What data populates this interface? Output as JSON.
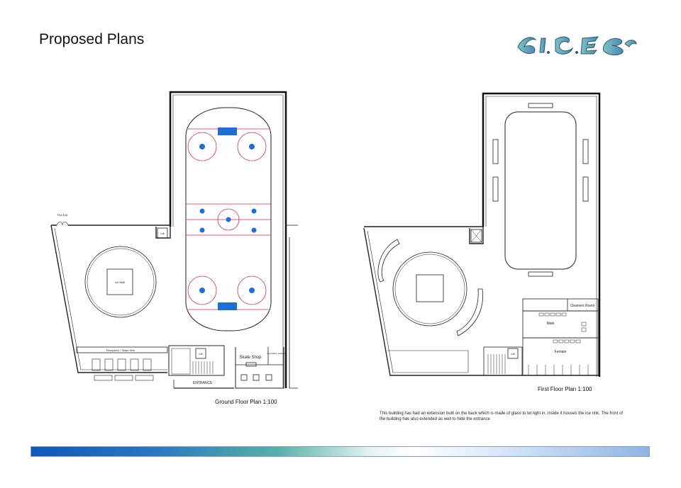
{
  "page": {
    "title": "Proposed Plans",
    "logo_text": "ICE"
  },
  "ground_floor": {
    "caption": "Ground Floor Plan 1:100",
    "labels": {
      "fire_exit": "Fire Exit",
      "lift": "Lift",
      "ice_wall": "Ice Wall",
      "reception": "Reception / Skate Hire",
      "skate_shop": "Skate Shop",
      "small_room": "Key/Safety Hazard",
      "entrance": "ENTRANCE"
    }
  },
  "first_floor": {
    "caption": "First Floor Plan 1:100",
    "labels": {
      "cleaners_room": "Cleaners Room",
      "male": "Male",
      "female": "Female",
      "lift": "Lift"
    }
  },
  "description": "This building has had an extension built on the back which is made of glass to let light in. Inside it houses the ice rink. The front of the building has also extended as well to hide the entrance",
  "colors": {
    "rink_marking": "#c8323c",
    "faceoff_dot": "#1e6fd0",
    "goal_box": "#1e6fd0",
    "wall": "#111111"
  }
}
